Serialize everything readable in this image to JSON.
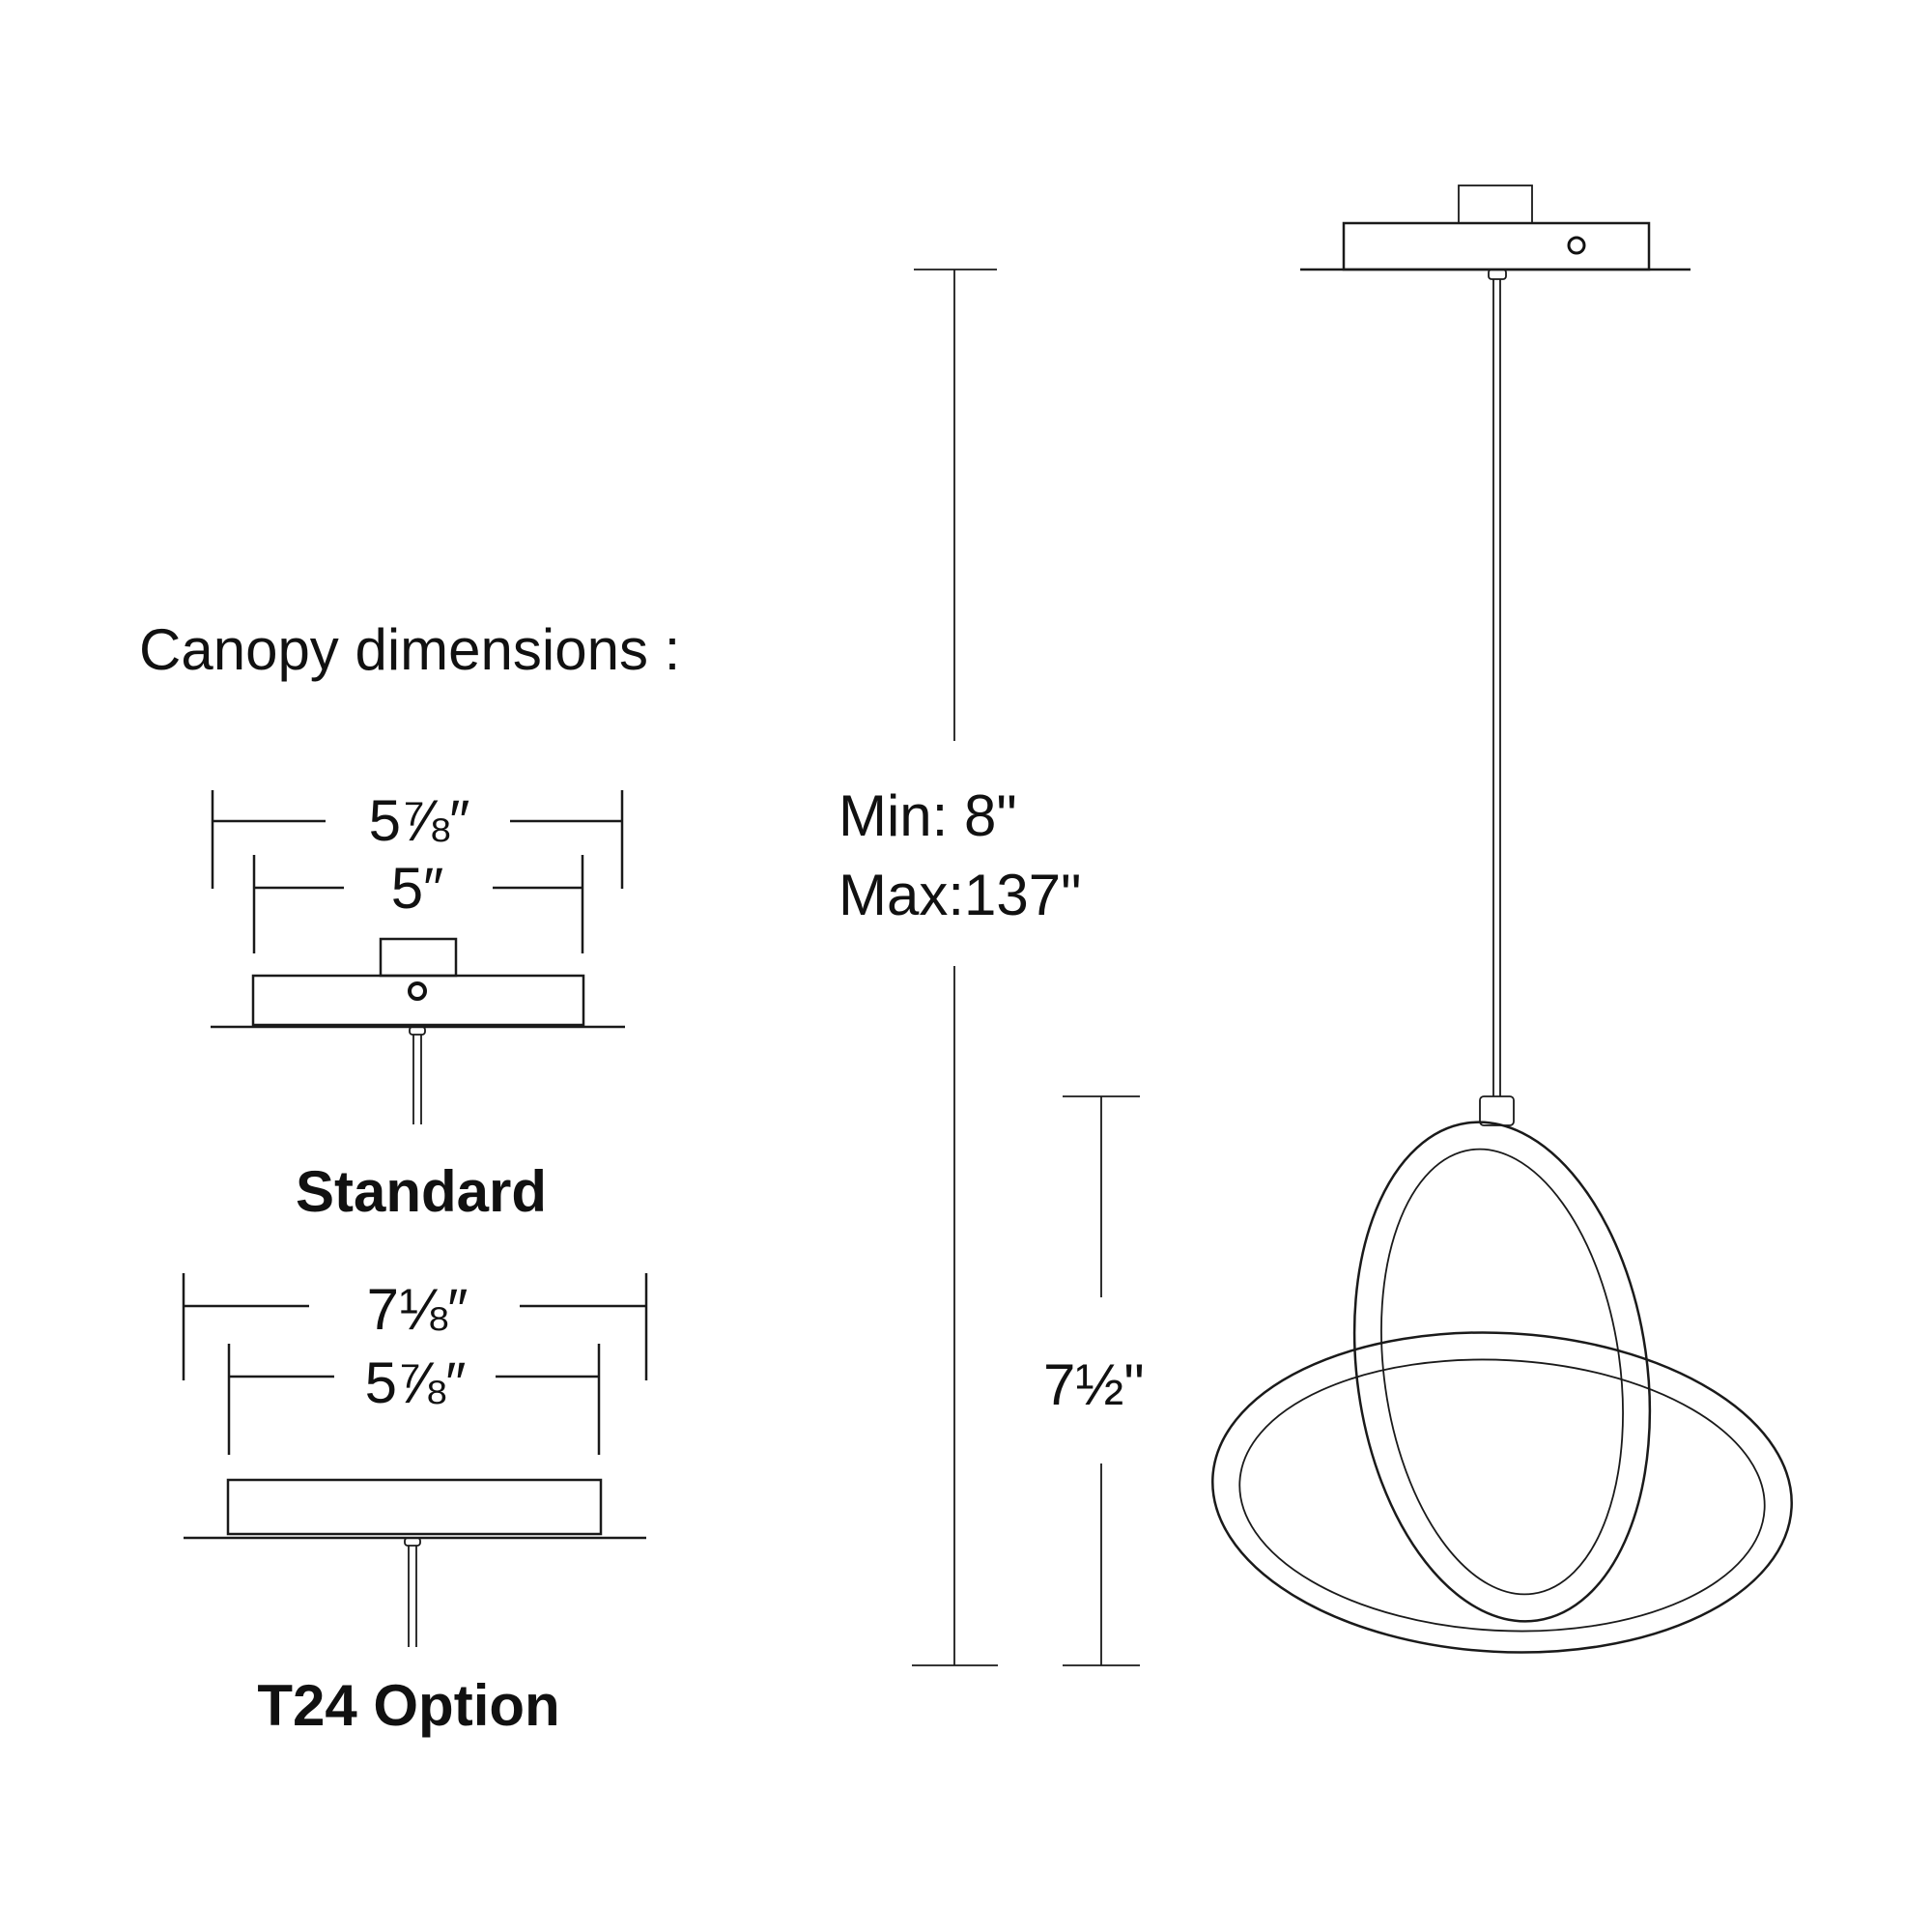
{
  "heading": "Canopy dimensions :",
  "standard": {
    "label": "Standard",
    "outer_width": "5⅞″",
    "inner_width": "5″"
  },
  "t24": {
    "label": "T24 Option",
    "outer_width": "7⅛″",
    "inner_width": "5⅞″"
  },
  "overall_height": {
    "min": "Min: 8\"",
    "max": "Max:137\""
  },
  "fixture_height": "7½\""
}
